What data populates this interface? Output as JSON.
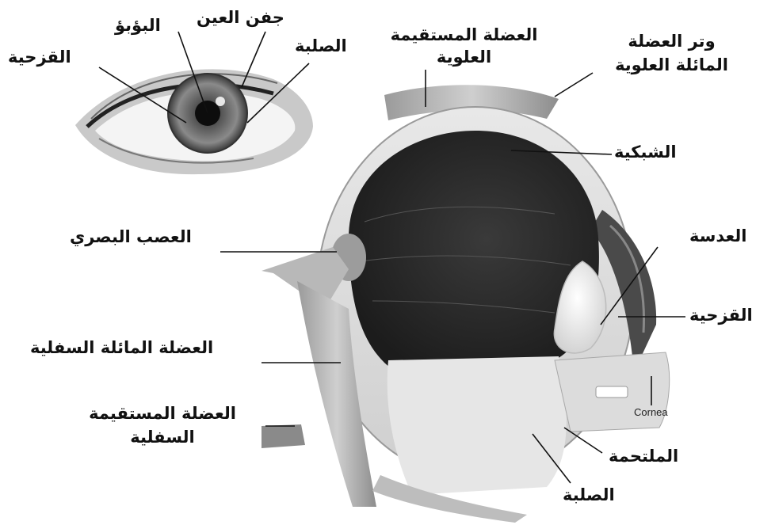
{
  "labels": {
    "eyelid": "جفن العين",
    "pupil": "البؤبؤ",
    "iris_top": "القزحية",
    "sclera_top": "الصلبة",
    "superior_rectus_line1": "العضلة المستقيمة",
    "superior_rectus_line2": "العلوية",
    "superior_oblique_tendon_line1": "وتر العضلة",
    "superior_oblique_tendon_line2": "المائلة العلوية",
    "retina": "الشبكية",
    "optic_nerve": "العصب البصري",
    "lens": "العدسة",
    "iris_right": "القزحية",
    "inferior_oblique": "العضلة المائلة السفلية",
    "cornea": "Cornea",
    "inferior_rectus_line1": "العضلة المستقيمة",
    "inferior_rectus_line2": "السفلية",
    "conjunctiva": "الملتحمة",
    "sclera_bottom": "الصلبة"
  },
  "colors": {
    "ink": "#111111",
    "background": "#ffffff",
    "eyeball_outer": "#d6d6d6",
    "eyeball_interior": "#2e2e2e",
    "lens": "#f2f2f2"
  }
}
